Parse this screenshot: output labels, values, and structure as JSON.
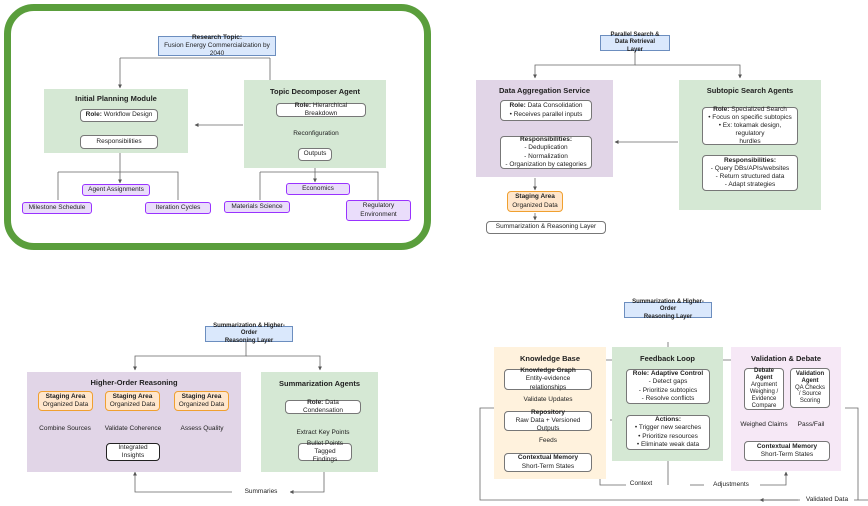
{
  "q1": {
    "topic_title": "Research Topic:",
    "topic_text": "Fusion Energy Commercialization by 2040",
    "planning_title": "Initial Planning Module",
    "planning_role_label": "Role:",
    "planning_role_text": "Workflow Design",
    "responsibilities": "Responsibilities",
    "agent_assignments": "Agent Assignments",
    "milestone": "Milestone Schedule",
    "iteration": "Iteration Cycles",
    "decomposer_title": "Topic Decomposer Agent",
    "decomposer_role_label": "Role:",
    "decomposer_role_text": "Hierarchical Breakdown",
    "reconfiguration": "Reconfiguration",
    "outputs": "Outputs",
    "economics": "Economics",
    "materials": "Materials Science",
    "regulatory_1": "Regulatory",
    "regulatory_2": "Environment"
  },
  "q2": {
    "layer_title_1": "Parallel Search & Data Retrieval",
    "layer_title_2": "Layer",
    "aggregation_title": "Data Aggregation Service",
    "agg_role_label": "Role:",
    "agg_role_text": "Data Consolidation",
    "agg_role_sub": "• Receives parallel inputs",
    "agg_resp_title": "Responsibilities:",
    "agg_resp_1": "- Deduplication",
    "agg_resp_2": "- Normalization",
    "agg_resp_3": "- Organization by categories",
    "staging_title": "Staging Area",
    "staging_text": "Organized Data",
    "summ_layer": "Summarization & Reasoning Layer",
    "subtopic_title": "Subtopic Search Agents",
    "sub_role_label": "Role:",
    "sub_role_text": "Specialized Search",
    "sub_role_1": "• Focus on specific subtopics",
    "sub_role_2": "• Ex: tokamak design, regulatory",
    "sub_role_3": "hurdles",
    "sub_resp_title": "Responsibilities:",
    "sub_resp_1": "- Query DBs/APIs/websites",
    "sub_resp_2": "- Return structured data",
    "sub_resp_3": "- Adapt strategies"
  },
  "q3": {
    "layer_title_1": "Summarization & Higher-Order",
    "layer_title_2": "Reasoning Layer",
    "hor_title": "Higher-Order Reasoning",
    "staging_title": "Staging Area",
    "staging_text": "Organized Data",
    "combine": "Combine Sources",
    "validate": "Validate Coherence",
    "assess": "Assess Quality",
    "integrated_1": "Integrated",
    "integrated_2": "Insights",
    "summ_agents_title": "Summarization Agents",
    "sa_role_label": "Role:",
    "sa_role_text": "Data Condensation",
    "extract": "Extract Key Points",
    "bullets_1": "Bullet Points",
    "bullets_2": "Tagged Findings",
    "summaries": "Summaries"
  },
  "q4": {
    "layer_title_1": "Summarization & Higher-Order",
    "layer_title_2": "Reasoning Layer",
    "kb_title": "Knowledge Base",
    "kg_title": "Knowledge Graph",
    "kg_text": "Entity-evidence relationships",
    "validate_updates": "Validate Updates",
    "repo_title": "Repository",
    "repo_text": "Raw Data + Versioned Outputs",
    "feeds": "Feeds",
    "cm_title": "Contextual Memory",
    "cm_text": "Short-Term States",
    "fl_title": "Feedback Loop",
    "fl_role_label": "Role:",
    "fl_role_text": "Adaptive Control",
    "fl_role_1": "- Detect gaps",
    "fl_role_2": "- Prioritize subtopics",
    "fl_role_3": "- Resolve conflicts",
    "actions_title": "Actions:",
    "actions_1": "• Trigger new searches",
    "actions_2": "• Prioritize resources",
    "actions_3": "• Eliminate weak data",
    "vd_title": "Validation & Debate",
    "debate_1": "Debate",
    "debate_2": "Agent",
    "debate_3": "Argument",
    "debate_4": "Weighing /",
    "debate_5": "Evidence",
    "debate_6": "Compare",
    "valagent_1": "Validation",
    "valagent_2": "Agent",
    "valagent_3": "QA Checks",
    "valagent_4": "/ Source",
    "valagent_5": "Scoring",
    "weighed": "Weighed Claims",
    "passfail": "Pass/Fail",
    "cm2_title": "Contextual Memory",
    "cm2_text": "Short-Term States",
    "context": "Context",
    "adjustments": "Adjustments",
    "validated": "Validated Data"
  },
  "colors": {
    "frame_green": "#5a9e3c",
    "panel_green": "#d5e8d4",
    "panel_lavender": "#e1d5e7",
    "panel_peach": "#fff2dd",
    "panel_pink": "#f6e8f6",
    "blue_box": "#dae8fc",
    "purple_border": "#9933ff",
    "orange_border": "#f0a030"
  }
}
